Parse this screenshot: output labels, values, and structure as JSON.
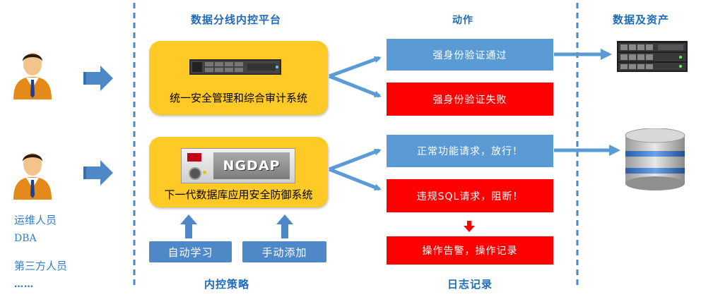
{
  "headers": {
    "platform": "数据分线内控平台",
    "action": "动作",
    "assets": "数据及资产",
    "policy": "内控策略",
    "log": "日志记录"
  },
  "systems": {
    "audit": {
      "label": "统一安全管理和综合审计系统"
    },
    "firewall": {
      "label": "下一代数据库应用安全防御系统",
      "device_text": "NGDAP"
    }
  },
  "actions": {
    "auth_pass": "强身份验证通过",
    "auth_fail": "强身份验证失败",
    "allow": "正常功能请求，放行！",
    "block": "违规SQL请求，阻断！",
    "alert": "操作告警，操作记录"
  },
  "policy_buttons": {
    "auto": "自动学习",
    "manual": "手动添加"
  },
  "users": {
    "labels": [
      "运维人员",
      "DBA",
      "第三方人员"
    ],
    "more": "……"
  },
  "colors": {
    "blue_accent": "#5b9bd5",
    "red_action": "#ff0000",
    "yellow_system": "#ffc926",
    "header_text": "#1f6bb8",
    "divider": "#4a86c8"
  }
}
